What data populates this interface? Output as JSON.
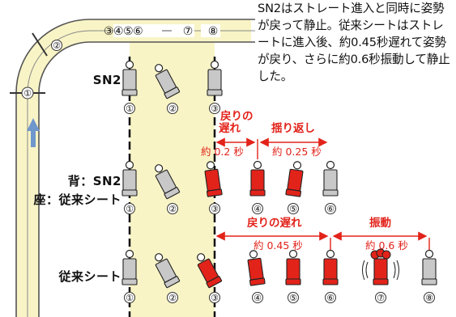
{
  "description": "SN2はストレート進入と同時に姿勢が戻って静止。従来シートはストレートに進入後、約0.45秒遅れて姿勢が戻り、さらに約0.6秒振動して静止した。",
  "track_markers": [
    "①",
    "②",
    "③④⑤⑥",
    "⑦",
    "⑧"
  ],
  "rows": {
    "r1": {
      "label": "SN2",
      "positions": [
        "①",
        "②",
        "③"
      ]
    },
    "r2": {
      "label_line1": "背：SN2",
      "label_line2": "座：従来シート",
      "positions": [
        "①",
        "②",
        "③",
        "④",
        "⑤",
        "⑥"
      ]
    },
    "r3": {
      "label": "従来シート",
      "positions": [
        "①",
        "②",
        "③",
        "④",
        "⑤",
        "⑥",
        "⑦",
        "⑧"
      ]
    }
  },
  "annotations": {
    "delay_label_line1": "戻りの",
    "delay_label_line2": "遅れ",
    "delay_time": "約 0.2 秒",
    "swing_label": "揺り返し",
    "swing_time": "約 0.25 秒",
    "delay2_label": "戻りの遅れ",
    "delay2_time": "約 0.45 秒",
    "vibration_label": "振動",
    "vibration_time": "約 0.6 秒"
  },
  "colors": {
    "red": "#e2231a",
    "gray_seat": "#c8c8c8",
    "highlight": "#f8f4c6",
    "arrow_blue": "#6f97cc"
  }
}
